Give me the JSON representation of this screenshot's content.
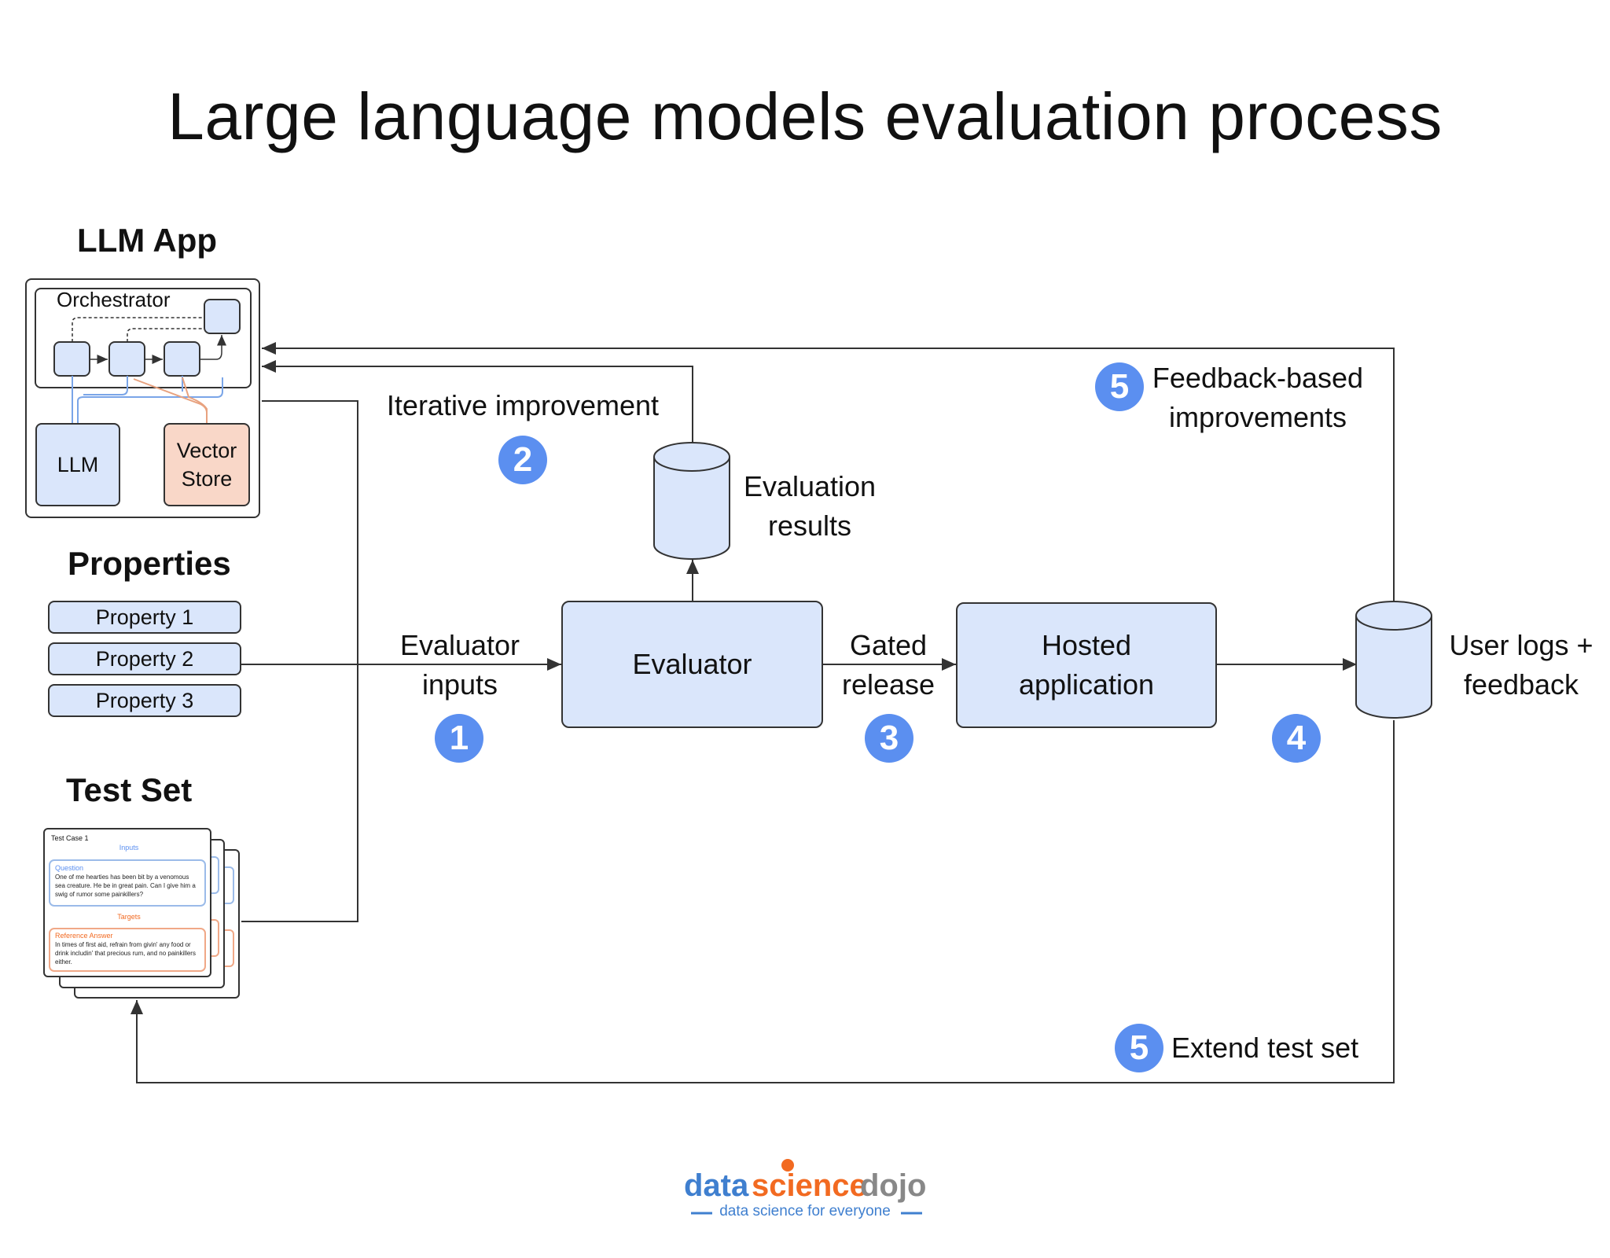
{
  "title": "Large language models evaluation process",
  "llm_app": {
    "heading": "LLM App",
    "orchestrator_label": "Orchestrator",
    "llm_label": "LLM",
    "vector_store_line1": "Vector",
    "vector_store_line2": "Store"
  },
  "properties": {
    "heading": "Properties",
    "items": [
      "Property 1",
      "Property 2",
      "Property 3"
    ]
  },
  "test_set": {
    "heading": "Test Set",
    "card_title": "Test Case 1",
    "inputs_label": "Inputs",
    "question_label": "Question",
    "question_text": "One of me hearties has been bit by a venomous sea creature. He be in great pain. Can I give him a swig of rumor some painkillers?",
    "targets_label": "Targets",
    "reference_label": "Reference Answer",
    "reference_text": "In times of first aid, refrain from givin' any food or drink includin' that precious rum, and no painkillers either."
  },
  "flow": {
    "evaluator_inputs_line1": "Evaluator",
    "evaluator_inputs_line2": "inputs",
    "evaluator": "Evaluator",
    "gated_release_line1": "Gated",
    "gated_release_line2": "release",
    "hosted_line1": "Hosted",
    "hosted_line2": "application",
    "user_logs_line1": "User logs +",
    "user_logs_line2": "feedback",
    "evaluation_results_line1": "Evaluation",
    "evaluation_results_line2": "results",
    "iterative_improvement": "Iterative improvement",
    "feedback_line1": "Feedback-based",
    "feedback_line2": "improvements",
    "extend_test_set": "Extend test set"
  },
  "badges": {
    "step1": "1",
    "step2": "2",
    "step3": "3",
    "step4": "4",
    "step5a": "5",
    "step5b": "5"
  },
  "logo": {
    "brand": "datasciencedojo",
    "tagline": "data science for everyone"
  },
  "colors": {
    "box_fill": "#dae6fb",
    "vector_store_fill": "#f9d7c8",
    "badge": "#5b8ff0",
    "logo_blue": "#3f7fcf",
    "logo_orange": "#f26a21"
  }
}
